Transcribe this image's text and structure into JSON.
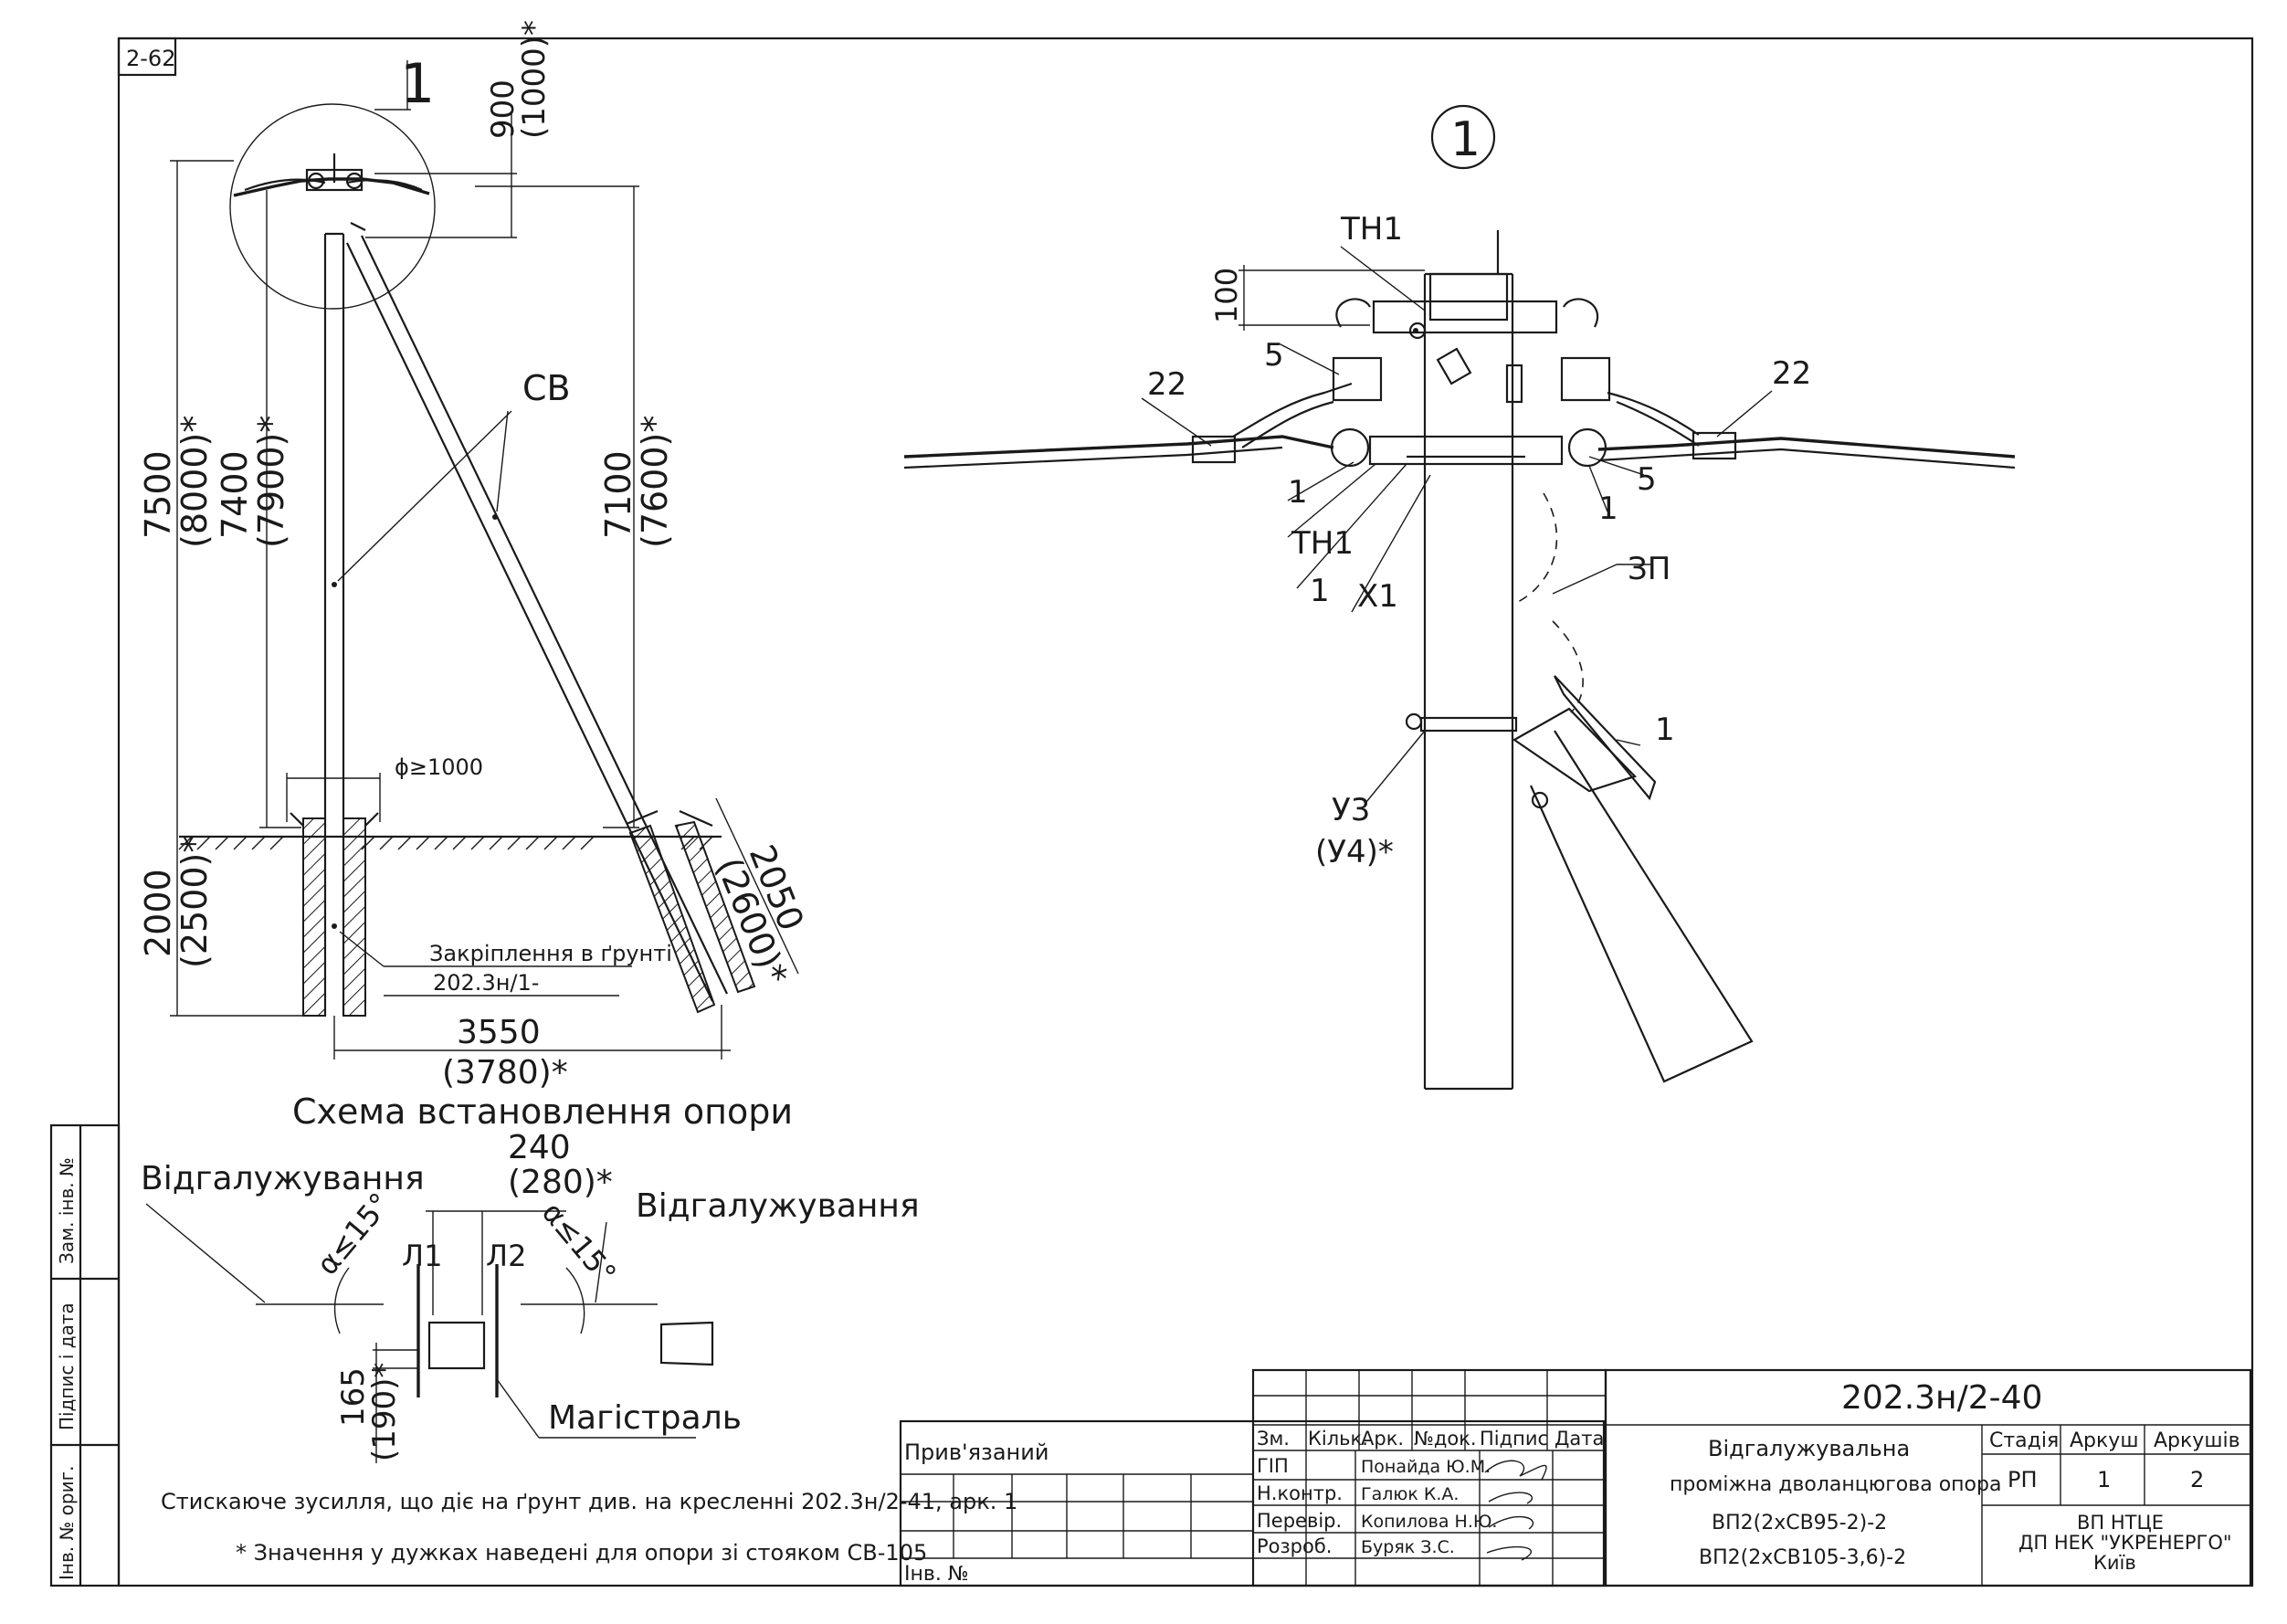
{
  "sheet_code": "2-62",
  "view_marker": "1",
  "detail": {
    "marker": "1",
    "dim_100": "100",
    "labels": {
      "tn1_top": "ТН1",
      "c5_left": "5",
      "c22_left": "22",
      "c22_right": "22",
      "c1_a": "1",
      "tn1_low": "ТН1",
      "c1_b": "1",
      "x1": "Х1",
      "c5_right": "5",
      "c1_right": "1",
      "zp": "ЗП",
      "c1_brace": "1",
      "u3": "У3",
      "u4": "(У4)*"
    }
  },
  "install": {
    "top_900": "900",
    "top_1000": "(1000)*",
    "d7500": "7500",
    "d8000": "(8000)*",
    "d7400": "7400",
    "d7900": "(7900)*",
    "d7100": "7100",
    "d7600": "(7600)*",
    "cv": "СВ",
    "phi": "ϕ≥1000",
    "d2000": "2000",
    "d2500": "(2500)*",
    "d2050": "2050",
    "d2600": "(2600)*",
    "anchor_line1": "Закріплення в ґрунті",
    "anchor_line2": "202.3н/1-",
    "d3550": "3550",
    "d3780": "(3780)*",
    "caption": "Схема встановлення опори"
  },
  "plan": {
    "d240": "240",
    "d280": "(280)*",
    "branch_left": "Відгалужування",
    "branch_right": "Відгалужування",
    "alpha_left": "α≤15°",
    "alpha_right": "α≤15°",
    "l1": "Л1",
    "l2": "Л2",
    "d165": "165",
    "d190": "(190)*",
    "main": "Магістраль"
  },
  "notes": {
    "force": "Стискаюче зусилля, що діє на ґрунт див. на кресленні 202.3н/2-41, арк. 1",
    "brackets": "* Значення у дужках наведені для опори зі стояком СВ-105"
  },
  "side_stamp": {
    "zam": "Зам. інв. №",
    "sign_date": "Підпис і дата",
    "inv": "Інв. № ориг."
  },
  "title_block": {
    "attached": "Прив'язаний",
    "inv_no": "Інв. №",
    "doc_code": "202.3н/2-40",
    "hdr": [
      "Зм.",
      "Кільк.",
      "Арк.",
      "№док.",
      "Підпис",
      "Дата"
    ],
    "roles": [
      "ГІП",
      "Н.контр.",
      "Перевір.",
      "Розроб."
    ],
    "names": [
      "Понайда Ю.М.",
      "Галюк К.А.",
      "Копилова Н.Ю.",
      "Буряк З.С."
    ],
    "title_lines": [
      "Відгалужувальна",
      "проміжна дволанцюгова опора",
      "ВП2(2хСВ95-2)-2",
      "ВП2(2хСВ105-3,6)-2"
    ],
    "stage_hdr": "Стадія",
    "sheet_hdr": "Аркуш",
    "sheets_hdr": "Аркушів",
    "stage": "РП",
    "sheet": "1",
    "sheets": "2",
    "org_lines": [
      "ВП НТЦЕ",
      "ДП НЕК \"УКРЕНЕРГО\"",
      "Київ"
    ]
  }
}
